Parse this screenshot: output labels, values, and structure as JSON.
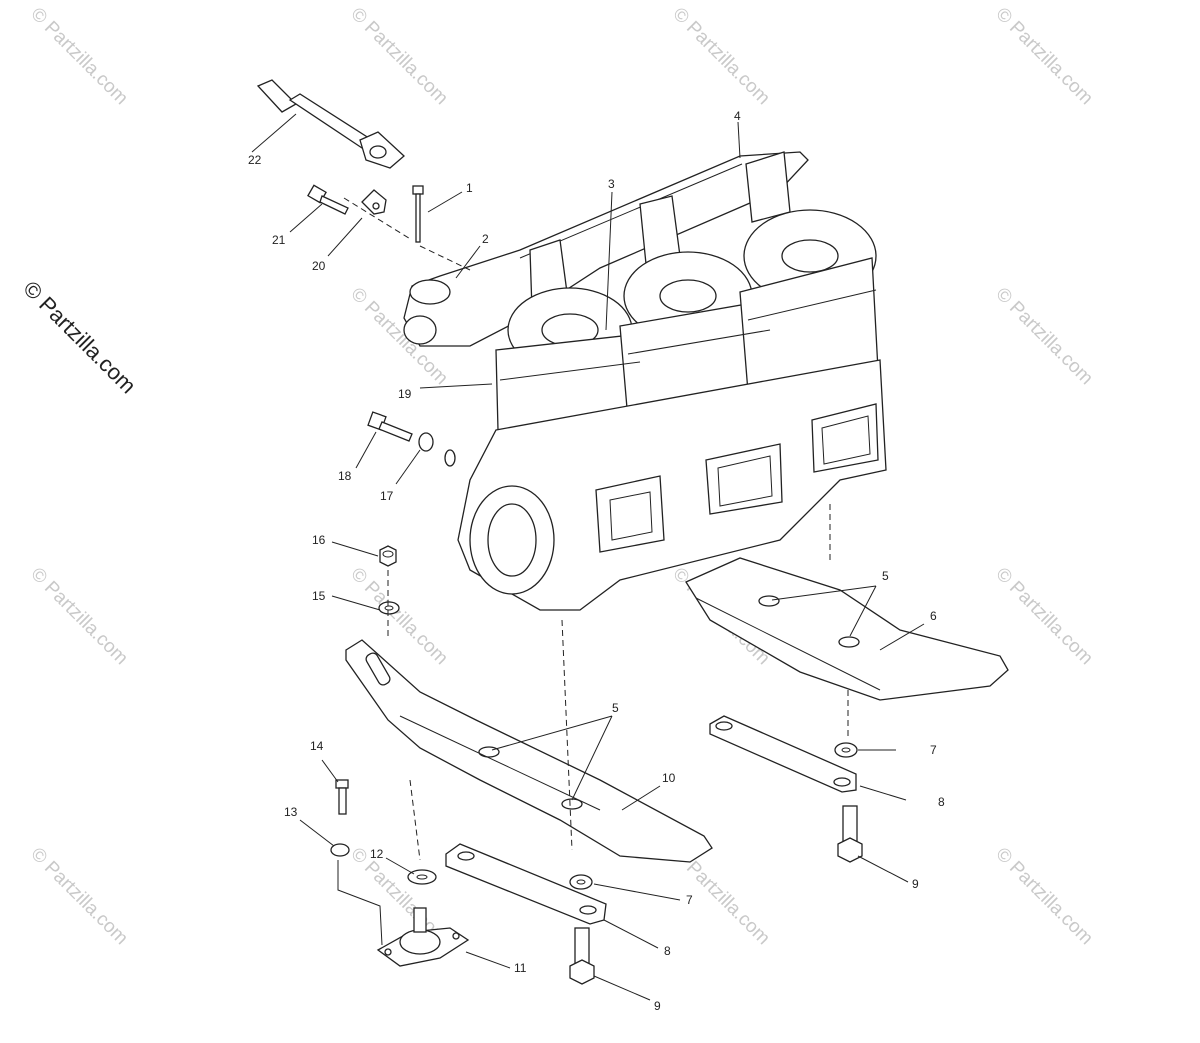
{
  "brand": "© Partzilla.com",
  "watermark": "© Partzilla.com",
  "callouts": {
    "c1": "1",
    "c2": "2",
    "c3": "3",
    "c4": "4",
    "c5a": "5",
    "c5b": "5",
    "c6": "6",
    "c7a": "7",
    "c7b": "7",
    "c8a": "8",
    "c8b": "8",
    "c9a": "9",
    "c9b": "9",
    "c10": "10",
    "c11": "11",
    "c12": "12",
    "c13": "13",
    "c14": "14",
    "c15": "15",
    "c16": "16",
    "c17": "17",
    "c18": "18",
    "c19": "19",
    "c20": "20",
    "c21": "21",
    "c22": "22"
  }
}
